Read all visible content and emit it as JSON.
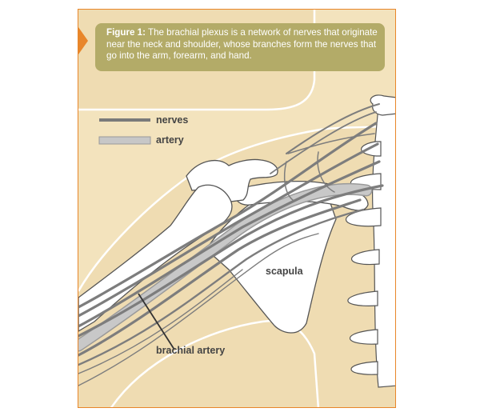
{
  "figure": {
    "caption_label": "Figure 1:",
    "caption_text": "The brachial plexus is a network of nerves that originate near the neck and shoulder, whose branches form the nerves that go into the arm, forearm, and hand."
  },
  "legend": {
    "nerves": "nerves",
    "artery": "artery"
  },
  "labels": {
    "scapula": "scapula",
    "brachial_artery": "brachial artery"
  },
  "colors": {
    "frame": "#e8862a",
    "background": "#f3e3bd",
    "caption_box": "#b3ab68",
    "nerve": "#7a7a7a",
    "artery": "#c7c7c7",
    "bone": "#ffffff"
  }
}
